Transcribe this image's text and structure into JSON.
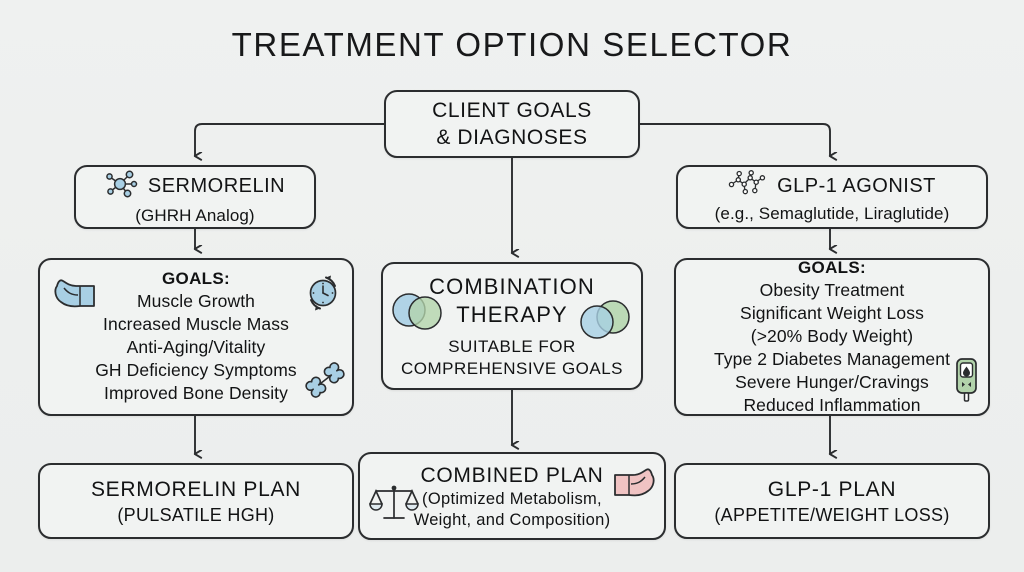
{
  "page": {
    "title": "TREATMENT OPTION SELECTOR",
    "background_color": "#eef0ef",
    "node_fill": "#f1f3f2",
    "node_border": "#2b2d2f",
    "accent_blue": "#a8cfe4",
    "accent_green": "#b2d3ab",
    "accent_pink": "#f0c3c3"
  },
  "root": {
    "line1": "CLIENT GOALS",
    "line2": "& DIAGNOSES"
  },
  "branches": {
    "left": {
      "header": {
        "name": "SERMORELIN",
        "sub": "(GHRH Analog)",
        "icon": "molecule-icon"
      },
      "goals": {
        "title": "GOALS:",
        "items": [
          "Muscle Growth",
          "Increased Muscle Mass",
          "Anti-Aging/Vitality",
          "GH Deficiency Symptoms",
          "Improved Bone Density"
        ],
        "icons": [
          "bicep-icon",
          "clock-icon",
          "bone-icon"
        ]
      },
      "plan": {
        "line1": "SERMORELIN PLAN",
        "line2": "(PULSATILE HGH)"
      }
    },
    "center": {
      "header": {
        "line1": "COMBINATION",
        "line2": "THERAPY"
      },
      "sub_line1": "SUITABLE FOR",
      "sub_line2": "COMPREHENSIVE GOALS",
      "icons": [
        "venn-diagram-icon",
        "venn-diagram-icon"
      ],
      "plan": {
        "line1": "COMBINED PLAN",
        "line2": "(Optimized Metabolism,",
        "line3": "Weight, and Composition)",
        "icons": [
          "balance-scale-icon",
          "bicep-icon"
        ]
      }
    },
    "right": {
      "header": {
        "name": "GLP-1 AGONIST",
        "sub": "(e.g., Semaglutide, Liraglutide)",
        "icon": "peptide-molecule-icon"
      },
      "goals": {
        "title": "GOALS:",
        "items": [
          "Obesity Treatment",
          "Significant Weight Loss",
          "(>20% Body Weight)",
          "Type 2 Diabetes Management",
          "Severe Hunger/Cravings",
          "Reduced Inflammation"
        ],
        "icons": [
          "glucose-meter-icon"
        ]
      },
      "plan": {
        "line1": "GLP-1 PLAN",
        "line2": "(APPETITE/WEIGHT LOSS)"
      }
    }
  },
  "chart_data": {
    "type": "flowchart",
    "title": "TREATMENT OPTION SELECTOR",
    "nodes": [
      {
        "id": "root",
        "label": "CLIENT GOALS & DIAGNOSES",
        "level": 0
      },
      {
        "id": "sermorelin",
        "label": "SERMORELIN (GHRH Analog)",
        "level": 1
      },
      {
        "id": "combo",
        "label": "COMBINATION THERAPY",
        "level": 1
      },
      {
        "id": "glp1",
        "label": "GLP-1 AGONIST (e.g., Semaglutide, Liraglutide)",
        "level": 1
      },
      {
        "id": "sermorelin-goals",
        "label": "GOALS: Muscle Growth; Increased Muscle Mass; Anti-Aging/Vitality; GH Deficiency Symptoms; Improved Bone Density",
        "level": 2
      },
      {
        "id": "glp1-goals",
        "label": "GOALS: Obesity Treatment; Significant Weight Loss (>20% Body Weight); Type 2 Diabetes Management; Severe Hunger/Cravings; Reduced Inflammation",
        "level": 2
      },
      {
        "id": "sermorelin-plan",
        "label": "SERMORELIN PLAN (PULSATILE HGH)",
        "level": 3
      },
      {
        "id": "combined-plan",
        "label": "COMBINED PLAN (Optimized Metabolism, Weight, and Composition)",
        "level": 3
      },
      {
        "id": "glp1-plan",
        "label": "GLP-1 PLAN (APPETITE/WEIGHT LOSS)",
        "level": 3
      }
    ],
    "edges": [
      {
        "from": "root",
        "to": "sermorelin"
      },
      {
        "from": "root",
        "to": "combo"
      },
      {
        "from": "root",
        "to": "glp1"
      },
      {
        "from": "sermorelin",
        "to": "sermorelin-goals"
      },
      {
        "from": "glp1",
        "to": "glp1-goals"
      },
      {
        "from": "sermorelin-goals",
        "to": "sermorelin-plan"
      },
      {
        "from": "combo",
        "to": "combined-plan"
      },
      {
        "from": "glp1-goals",
        "to": "glp1-plan"
      }
    ]
  }
}
